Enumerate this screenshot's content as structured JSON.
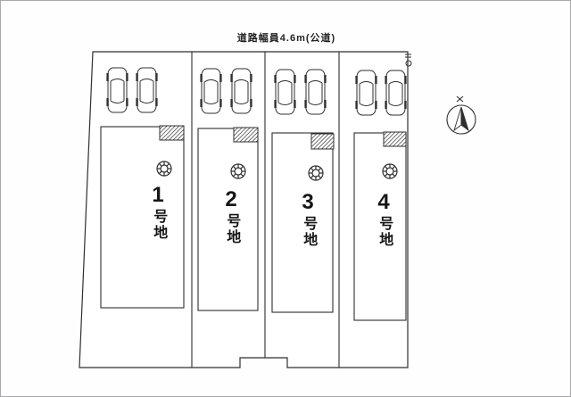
{
  "diagram": {
    "road_label": "道路幅員4.6m(公道)",
    "lots": [
      {
        "id": "lot-1",
        "num": "1",
        "suffix": "号地",
        "cars": 2
      },
      {
        "id": "lot-2",
        "num": "2",
        "suffix": "号地",
        "cars": 2
      },
      {
        "id": "lot-3",
        "num": "3",
        "suffix": "号地",
        "cars": 2
      },
      {
        "id": "lot-4",
        "num": "4",
        "suffix": "号地",
        "cars": 2
      }
    ],
    "colors": {
      "line": "#2f2f2f",
      "bg": "#ffffff"
    }
  }
}
